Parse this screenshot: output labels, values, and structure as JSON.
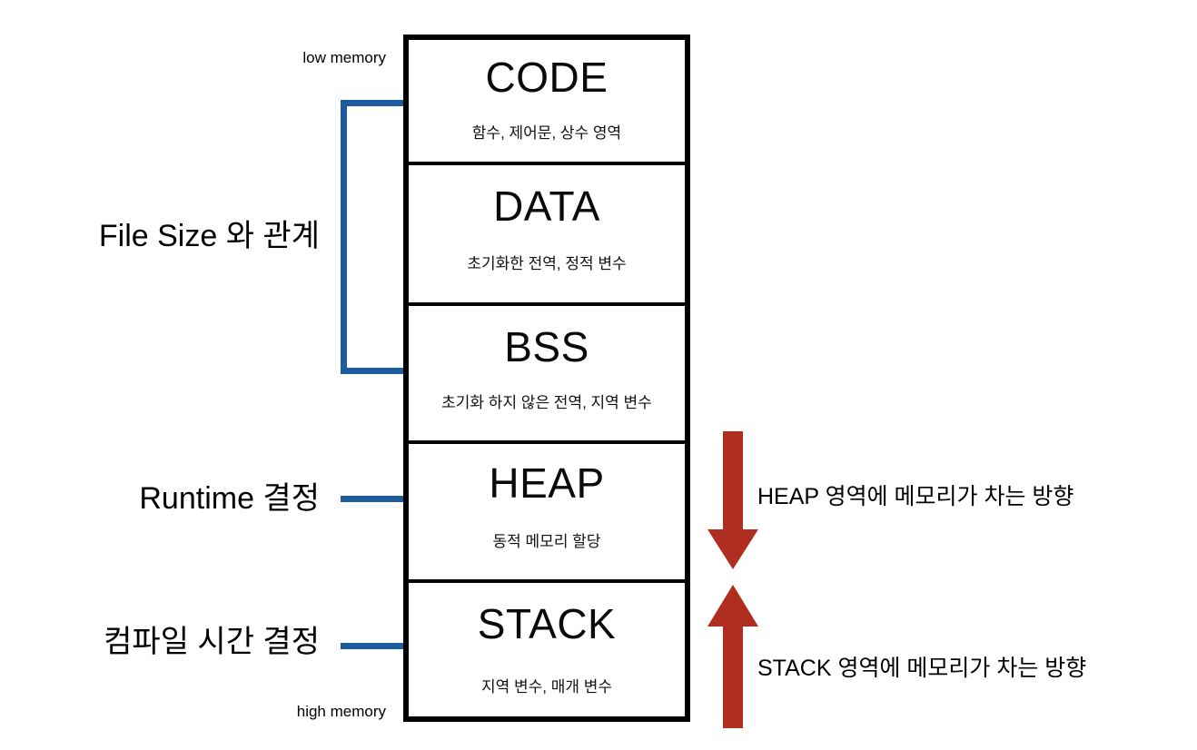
{
  "diagram": {
    "title": "Process Memory Layout",
    "colors": {
      "bracket_blue": "#1f5c9e",
      "arrow_red": "#b02e20",
      "outline_black": "#000000",
      "background": "#ffffff"
    },
    "memory_edges": {
      "low": "low memory",
      "high": "high memory"
    },
    "segments": [
      {
        "name": "CODE",
        "description": "함수, 제어문, 상수 영역"
      },
      {
        "name": "DATA",
        "description": "초기화한 전역, 정적 변수"
      },
      {
        "name": "BSS",
        "description": "초기화 하지 않은 전역, 지역 변수"
      },
      {
        "name": "HEAP",
        "description": "동적 메모리 할당"
      },
      {
        "name": "STACK",
        "description": "지역 변수, 매개 변수"
      }
    ],
    "side_labels": [
      {
        "text": "File Size 와 관계",
        "target": "CODE+DATA+BSS",
        "connector": "bracket"
      },
      {
        "text": "Runtime 결정",
        "target": "HEAP",
        "connector": "line"
      },
      {
        "text": "컴파일 시간 결정",
        "target": "STACK",
        "connector": "line"
      }
    ],
    "growth_arrows": [
      {
        "direction": "down",
        "note": "HEAP 영역에 메모리가 차는 방향"
      },
      {
        "direction": "up",
        "note": "STACK 영역에 메모리가 차는 방향"
      }
    ]
  }
}
